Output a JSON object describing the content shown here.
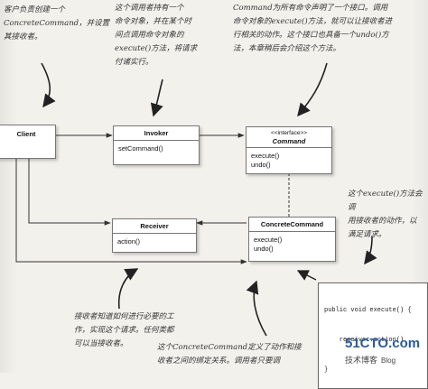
{
  "notes": {
    "top_left": [
      "客户负责创建一个",
      "ConcreteCommand，并设置",
      "其接收者。"
    ],
    "invoker": [
      "这个调用者持有一个",
      "命令对象，并在某个时",
      "间点调用命令对象的",
      "execute()方法，将请求",
      "付诸实行。"
    ],
    "command": [
      "Command为所有命令声明了一个接口。调用",
      "命令对象的execute()方法，就可以让接收者进",
      "行相关的动作。这个接口也具备一个undo()方",
      "法，本章稍后会介绍这个方法。"
    ],
    "execute": [
      "这个execute()方法会调",
      "用接收者的动作，以",
      "满足请求。"
    ],
    "receiver": [
      "接收者知道如何进行必要的工",
      "作，实现这个请求。任何类都",
      "可以当接收者。"
    ],
    "concrete": [
      "这个ConcreteCommand定义了动作和接",
      "收者之间的绑定关系。调用者只要调"
    ]
  },
  "classes": {
    "client": {
      "name": "Client"
    },
    "invoker": {
      "name": "Invoker",
      "ops": [
        "setCommand()"
      ]
    },
    "command": {
      "stereotype": "<<interface>>",
      "name": "Command",
      "ops": [
        "execute()",
        "undo()"
      ]
    },
    "receiver": {
      "name": "Receiver",
      "ops": [
        "action()"
      ]
    },
    "concrete": {
      "name": "ConcreteCommand",
      "ops": [
        "execute()",
        "undo()"
      ]
    }
  },
  "code": [
    "public void execute() {",
    "    receiver.action()",
    "}"
  ],
  "watermark": {
    "brand": "51CTO.com",
    "sub": "技术博客",
    "blog": "Blog"
  }
}
